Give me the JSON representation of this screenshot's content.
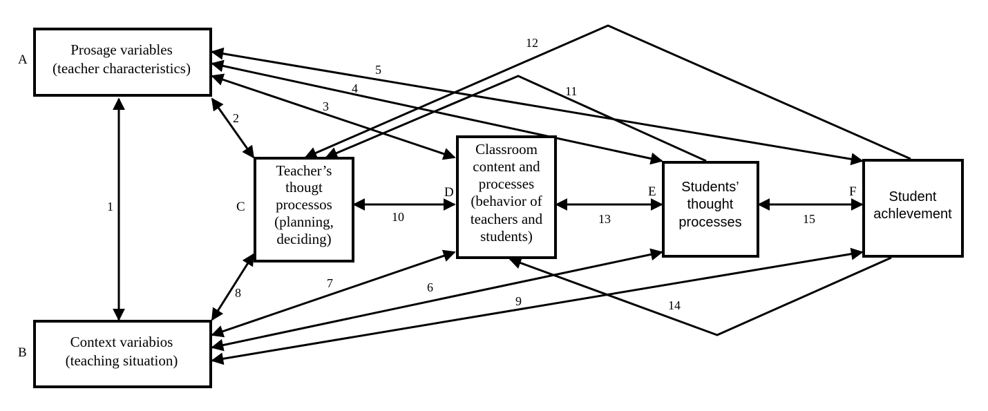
{
  "nodes": {
    "A": {
      "letter": "A",
      "lines": [
        "Prosage variables",
        "(teacher characteristics)"
      ]
    },
    "B": {
      "letter": "B",
      "lines": [
        "Context variabios",
        "(teaching situation)"
      ]
    },
    "C": {
      "letter": "C",
      "lines": [
        "Teacher’s",
        "thougt",
        "processos",
        "(planning,",
        "deciding)"
      ]
    },
    "D": {
      "letter": "D",
      "lines": [
        "Classroom",
        "content and",
        "processes",
        "(behavior of",
        "teachers and",
        "students)"
      ]
    },
    "E": {
      "letter": "E",
      "lines": [
        "Students’",
        "thought",
        "processes"
      ]
    },
    "F": {
      "letter": "F",
      "lines": [
        "Student",
        "achlevement"
      ]
    }
  },
  "links": [
    {
      "id": "1",
      "from": "A",
      "to": "B",
      "label": "1"
    },
    {
      "id": "2",
      "from": "A",
      "to": "C",
      "label": "2"
    },
    {
      "id": "3",
      "from": "A",
      "to": "D",
      "label": "3"
    },
    {
      "id": "4",
      "from": "A",
      "to": "E",
      "label": "4"
    },
    {
      "id": "5",
      "from": "A",
      "to": "F",
      "label": "5"
    },
    {
      "id": "6",
      "from": "B",
      "to": "E",
      "label": "6"
    },
    {
      "id": "7",
      "from": "B",
      "to": "D",
      "label": "7"
    },
    {
      "id": "8",
      "from": "B",
      "to": "C",
      "label": "8"
    },
    {
      "id": "9",
      "from": "B",
      "to": "F",
      "label": "9"
    },
    {
      "id": "10",
      "from": "C",
      "to": "D",
      "label": "10"
    },
    {
      "id": "11",
      "from": "E",
      "to": "C",
      "label": "11"
    },
    {
      "id": "12",
      "from": "F",
      "to": "C",
      "label": "12"
    },
    {
      "id": "13",
      "from": "D",
      "to": "E",
      "label": "13"
    },
    {
      "id": "14",
      "from": "F",
      "to": "D",
      "label": "14"
    },
    {
      "id": "15",
      "from": "E",
      "to": "F",
      "label": "15"
    }
  ]
}
